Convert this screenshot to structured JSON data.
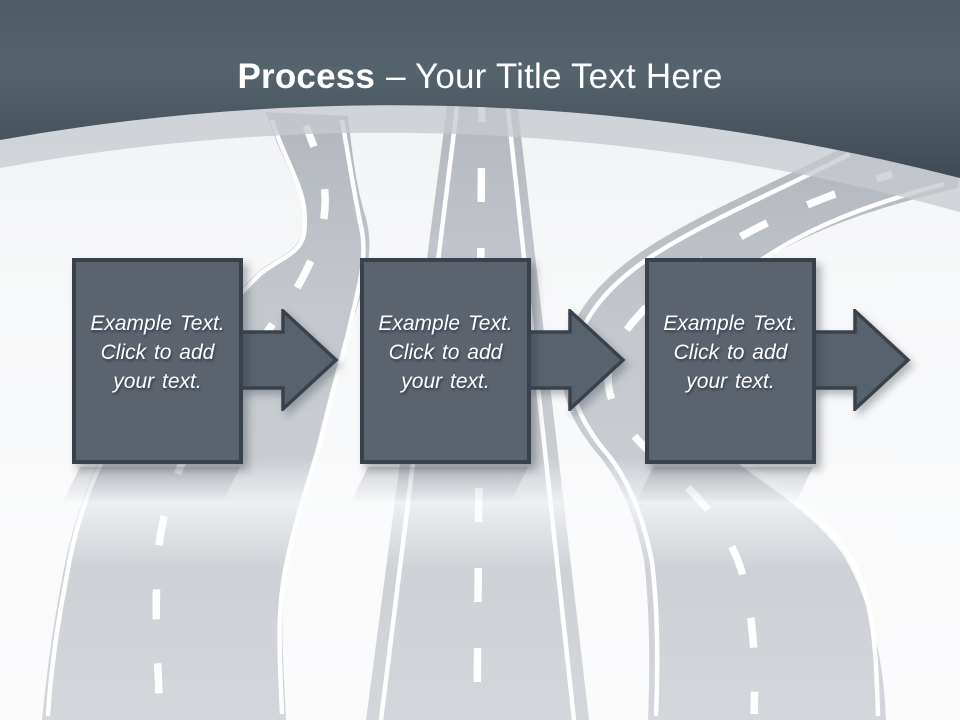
{
  "slide": {
    "title": {
      "bold": "Process",
      "rest": "– Your Title Text Here"
    }
  },
  "steps": [
    {
      "lines": [
        "Example Text.",
        "Click to add",
        "your text."
      ]
    },
    {
      "lines": [
        "Example Text.",
        "Click to add",
        "your text."
      ]
    },
    {
      "lines": [
        "Example Text.",
        "Click to add",
        "your text."
      ]
    }
  ],
  "colors": {
    "header_top": "#4f5c66",
    "header_bottom": "#3e4a54",
    "header_edge_band": "#c6cad0",
    "box_fill": "#5a636e",
    "box_border": "#39424c",
    "arrow_fill": "#57626d",
    "box_text": "#ffffff",
    "title_text": "#ffffff",
    "road_fill": "#c3c7cd",
    "road_marking": "#ffffff",
    "background": "#f7f8f9"
  }
}
